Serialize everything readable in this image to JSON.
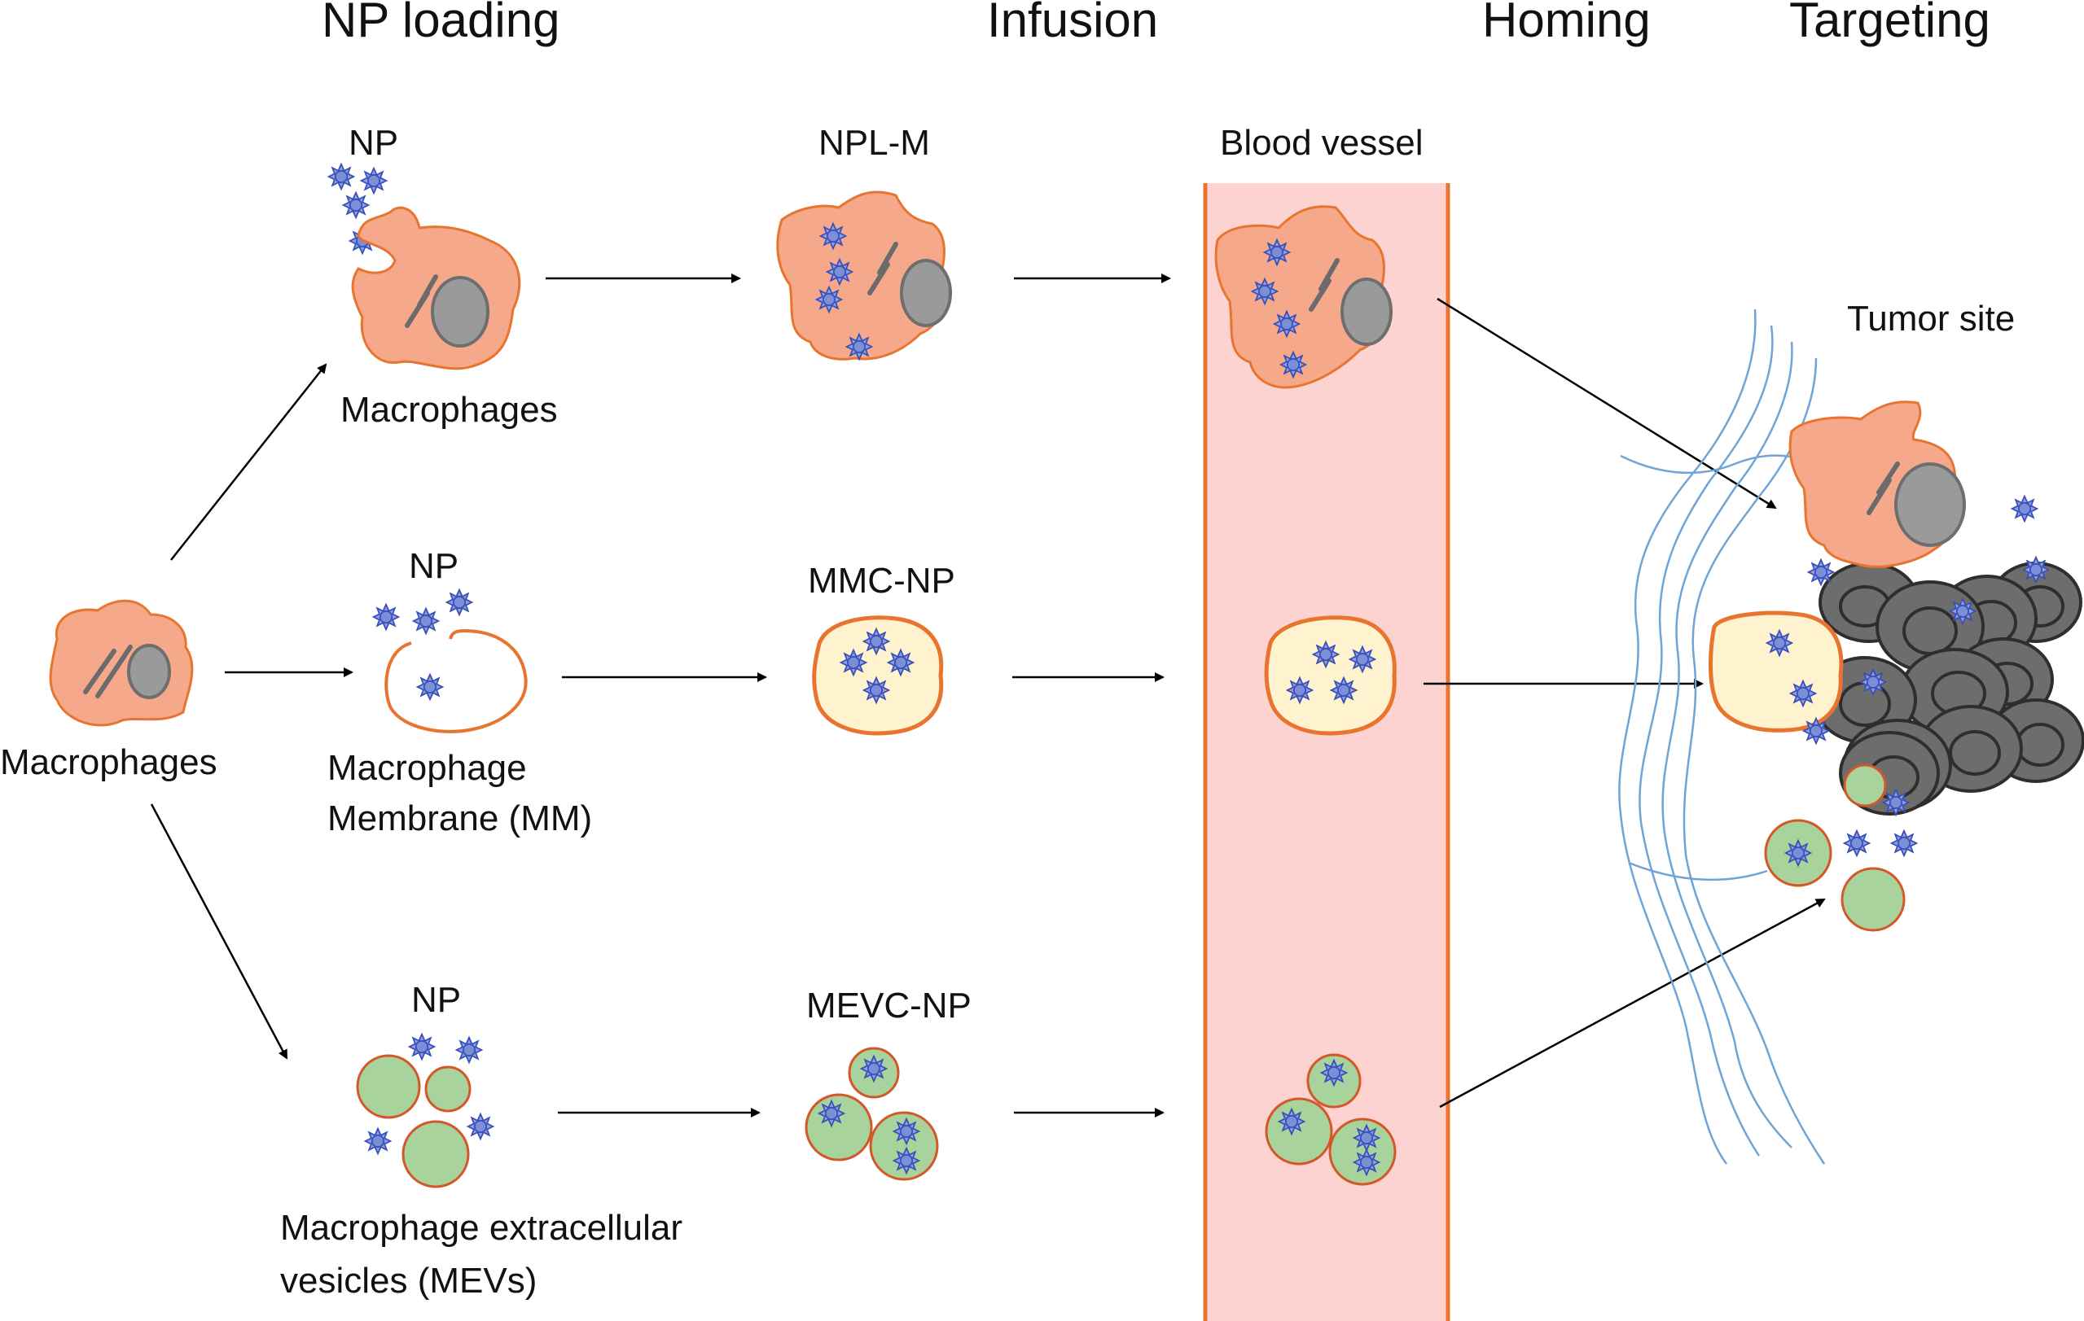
{
  "stages": {
    "np_loading": "NP loading",
    "infusion": "Infusion",
    "homing": "Homing",
    "targeting": "Targeting"
  },
  "labels": {
    "np_top": "NP",
    "np_middle": "NP",
    "np_bottom": "NP",
    "macrophages_top": "Macrophages",
    "macrophages_left": "Macrophages",
    "macrophage_membrane_line1": "Macrophage",
    "macrophage_membrane_line2": "Membrane (MM)",
    "mev_line1": "Macrophage extracellular",
    "mev_line2": "vesicles (MEVs)",
    "npl_m": "NPL-M",
    "mmc_np": "MMC-NP",
    "mevc_np": "MEVC-NP",
    "blood_vessel": "Blood vessel",
    "tumor_site": "Tumor site"
  },
  "colors": {
    "macrophage": "#f5a88a",
    "macrophage_border": "#e8752f",
    "nucleus": "#9a9a9a",
    "nanoparticle": "#7a8fd6",
    "membrane_coated": "#fff3cf",
    "vesicle": "#a9d39c",
    "blood_vessel": "#fcd3d0",
    "tumor": "#6d6d6d",
    "lymph": "#6fa5d6"
  },
  "icons": [
    "macrophage-icon",
    "nanoparticle-icon",
    "vesicle-icon",
    "tumor-cell-icon",
    "arrow-icon"
  ]
}
